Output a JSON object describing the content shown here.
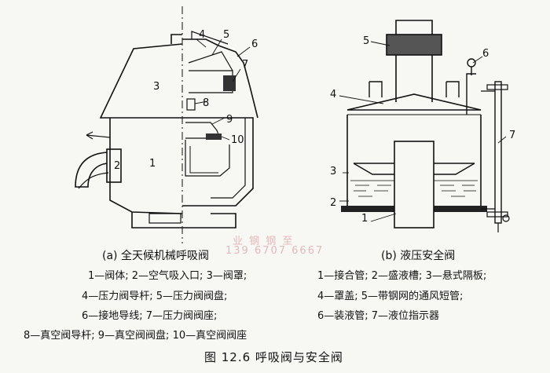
{
  "left_diagram": {
    "part_numbers": [
      "1",
      "2",
      "3",
      "4",
      "5",
      "6",
      "7",
      "8",
      "9",
      "10"
    ],
    "subcaption": "(a) 全天候机械呼吸阀",
    "legend_lines": [
      "1—阀体; 2—空气吸入口; 3—阀罩;",
      "4—压力阀导杆; 5—压力阀阀盘;",
      "6—接地导线; 7—压力阀阀座;"
    ],
    "legend_last": "8—真空阀导杆; 9—真空阀阀盘; 10—真空阀阀座"
  },
  "right_diagram": {
    "part_numbers": [
      "1",
      "2",
      "3",
      "4",
      "5",
      "6",
      "7"
    ],
    "subcaption": "(b) 液压安全阀",
    "legend_lines": [
      "1—接合管; 2—盛液槽; 3—悬式隔板;",
      "4—罩盖; 5—带钢网的通风短管;",
      "6—装液管; 7—液位指示器"
    ]
  },
  "figure_caption": "图 12.6  呼吸阀与安全阀",
  "watermark": {
    "line1": "业 钢 钢 至",
    "line2": "139 6707 6667"
  }
}
